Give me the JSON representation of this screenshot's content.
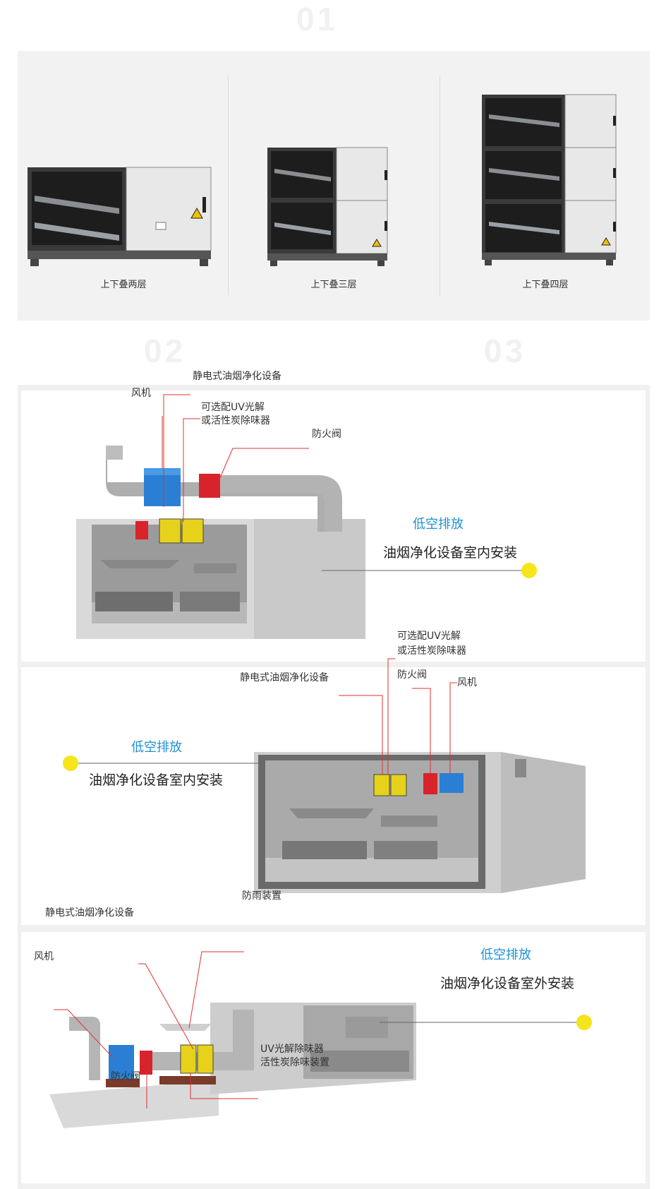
{
  "section_numbers": [
    "01",
    "02",
    "03"
  ],
  "products": [
    {
      "caption": "上下叠两层"
    },
    {
      "caption": "上下叠三层"
    },
    {
      "caption": "上下叠四层"
    }
  ],
  "scene1": {
    "label_esp": "静电式油烟净化设备",
    "label_fan": "风机",
    "label_uv_line1": "可选配UV光解",
    "label_uv_line2": "或活性炭除味器",
    "label_valve": "防火阀",
    "title": "低空排放",
    "subtitle": "油烟净化设备室内安装"
  },
  "scene2": {
    "label_uv_line1": "可选配UV光解",
    "label_uv_line2": "或活性炭除味器",
    "label_esp": "静电式油烟净化设备",
    "label_valve": "防火阀",
    "label_fan": "风机",
    "title": "低空排放",
    "subtitle": "油烟净化设备室内安装"
  },
  "scene3": {
    "label_rain": "防雨装置",
    "label_esp": "静电式油烟净化设备",
    "label_fan": "风机",
    "label_uv_line1": "UV光解除味器",
    "label_uv_line2": "活性炭除味装置",
    "label_valve": "防火阀",
    "title": "低空排放",
    "subtitle": "油烟净化设备室外安装"
  },
  "colors": {
    "accent_blue": "#1e90d6",
    "dot_yellow": "#f5e51b",
    "leader_red": "#e03030",
    "fan_blue": "#2a7fd4",
    "valve_red": "#d8232a",
    "purifier_yellow": "#e6d21a"
  }
}
